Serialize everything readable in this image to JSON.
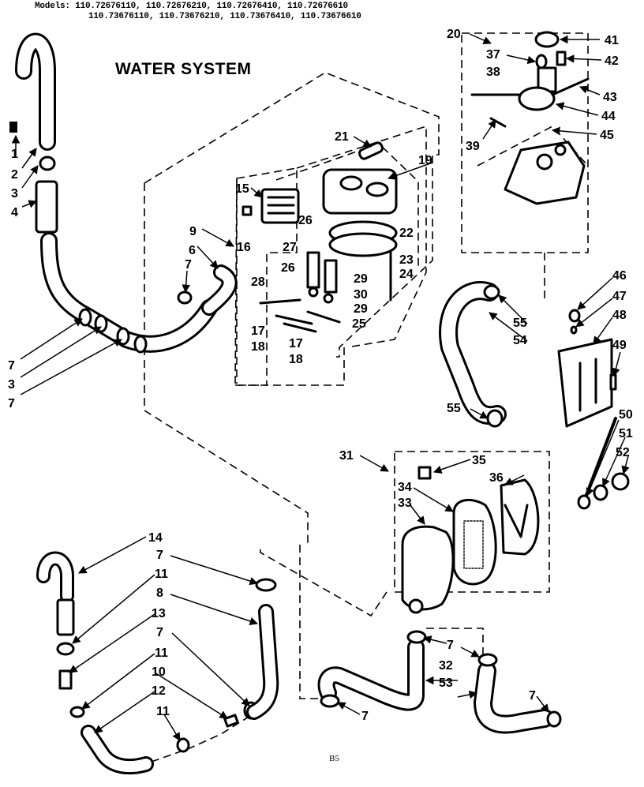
{
  "header": {
    "line1": "Models: 110.72676110, 110.72676210, 110.72676410, 110.72676610",
    "line2": "110.73676110, 110.73676210, 110.73676410, 110.73676610"
  },
  "title": "WATER SYSTEM",
  "page_number": "B5",
  "callouts": {
    "c1": "1",
    "c2": "2",
    "c3a": "3",
    "c4": "4",
    "c6": "6",
    "c7a": "7",
    "c7b": "7",
    "c3b": "3",
    "c7c": "7",
    "c9": "9",
    "c15": "15",
    "c16": "16",
    "c17a": "17",
    "c18a": "18",
    "c17b": "17",
    "c18b": "18",
    "c19": "19",
    "c20": "20",
    "c21": "21",
    "c22": "22",
    "c23": "23",
    "c24": "24",
    "c25": "25",
    "c26a": "26",
    "c26b": "26",
    "c27": "27",
    "c28": "28",
    "c29a": "29",
    "c29b": "29",
    "c30": "30",
    "c37": "37",
    "c38": "38",
    "c39": "39",
    "c41": "41",
    "c42": "42",
    "c43": "43",
    "c44": "44",
    "c45": "45",
    "c46": "46",
    "c47": "47",
    "c48": "48",
    "c49": "49",
    "c50": "50",
    "c51": "51",
    "c52": "52",
    "c54": "54",
    "c55a": "55",
    "c55b": "55",
    "c31": "31",
    "c33": "33",
    "c34": "34",
    "c35": "35",
    "c36": "36",
    "c14": "14",
    "c7d": "7",
    "c11a": "11",
    "c8": "8",
    "c13": "13",
    "c7e": "7",
    "c11b": "11",
    "c10": "10",
    "c12": "12",
    "c11c": "11",
    "c7f": "7",
    "c32": "32",
    "c53": "53",
    "c7g": "7",
    "c7h": "7"
  }
}
